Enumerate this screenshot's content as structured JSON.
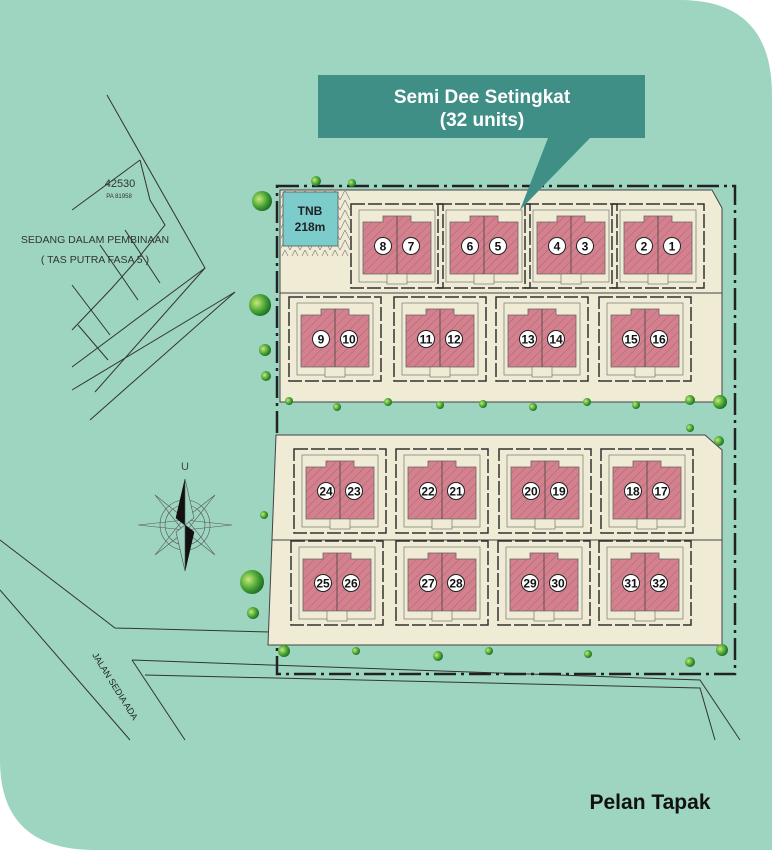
{
  "callout": {
    "title": "Semi Dee Setingkat",
    "subtitle": "(32 units)"
  },
  "lot": {
    "number": "42530",
    "ref": "PA 81958"
  },
  "neighbour": {
    "line1": "SEDANG DALAM PEMBINAAN",
    "line2": "( TAS PUTRA FASA 5 )"
  },
  "tnb": {
    "line1": "TNB",
    "line2": "218m"
  },
  "compass": {
    "north_label": "U"
  },
  "road": {
    "label": "JALAN SEDIA ADA"
  },
  "footer": {
    "title": "Pelan Tapak"
  },
  "units": [
    [
      "8",
      "7"
    ],
    [
      "6",
      "5"
    ],
    [
      "4",
      "3"
    ],
    [
      "2",
      "1"
    ],
    [
      "9",
      "10"
    ],
    [
      "11",
      "12"
    ],
    [
      "13",
      "14"
    ],
    [
      "15",
      "16"
    ],
    [
      "24",
      "23"
    ],
    [
      "22",
      "21"
    ],
    [
      "20",
      "19"
    ],
    [
      "18",
      "17"
    ],
    [
      "25",
      "26"
    ],
    [
      "27",
      "28"
    ],
    [
      "29",
      "30"
    ],
    [
      "31",
      "32"
    ]
  ],
  "colors": {
    "bg": "#9dd5c1",
    "callout": "#3f8f87",
    "unit": "#d3818e",
    "plot": "#efebd4",
    "tnb": "#7ccccc"
  }
}
